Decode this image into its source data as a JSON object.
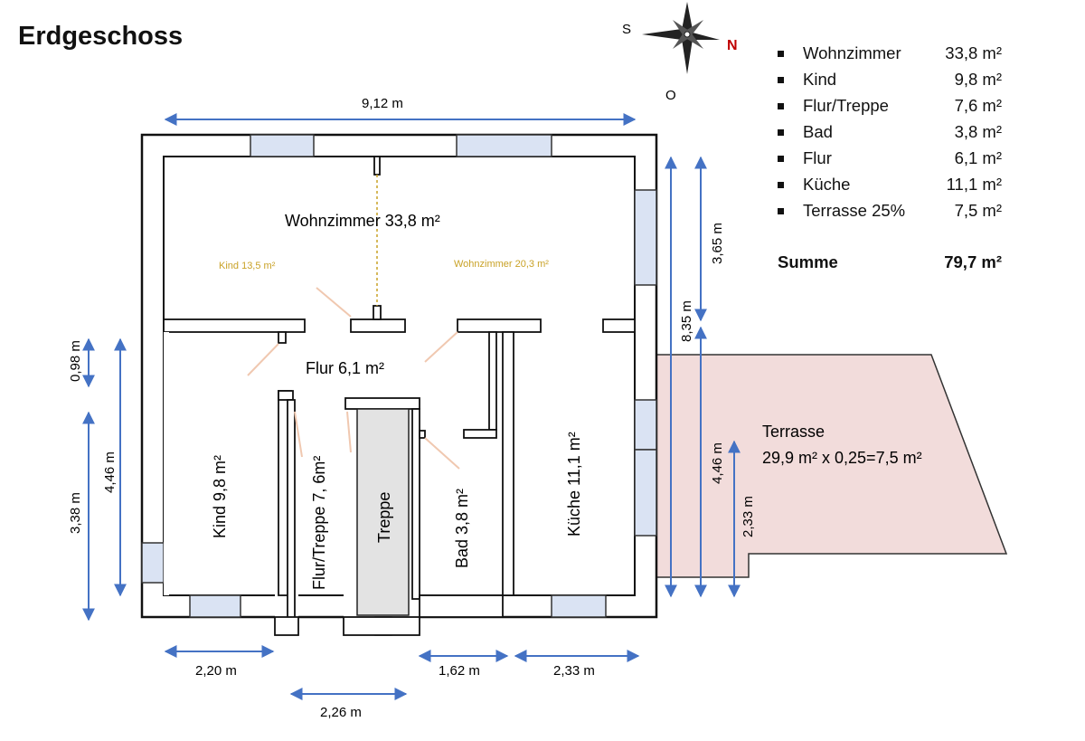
{
  "title": "Erdgeschoss",
  "compass": {
    "south": "S",
    "north": "N",
    "east": "O"
  },
  "legend": [
    {
      "name": "Wohnzimmer",
      "value": "33,8 m²"
    },
    {
      "name": "Kind",
      "value": "9,8 m²"
    },
    {
      "name": "Flur/Treppe",
      "value": "7,6 m²"
    },
    {
      "name": "Bad",
      "value": "3,8 m²"
    },
    {
      "name": "Flur",
      "value": "6,1 m²"
    },
    {
      "name": "Küche",
      "value": "11,1 m²"
    },
    {
      "name": "Terrasse 25%",
      "value": "7,5 m²"
    }
  ],
  "sum": {
    "label": "Summe",
    "value": "79,7 m²"
  },
  "rooms": {
    "wohnzimmer": "Wohnzimmer 33,8 m²",
    "kind_sub": "Kind 13,5 m²",
    "wohnzimmer_sub": "Wohnzimmer 20,3 m²",
    "flur": "Flur 6,1 m²",
    "kind": "Kind  9,8 m²",
    "flur_treppe": "Flur/Treppe 7, 6m²",
    "treppe": "Treppe",
    "bad": "Bad 3,8 m²",
    "kueche": "Küche 11,1 m²",
    "terrasse_name": "Terrasse",
    "terrasse_calc": "29,9 m² x 0,25=7,5 m²"
  },
  "dimensions": {
    "top_width": "9,12 m",
    "right_total": "8,35 m",
    "right_upper": "3,65 m",
    "right_lower": "4,46 m",
    "terrace_depth": "2,33 m",
    "left_098": "0,98 m",
    "left_338": "3,38 m",
    "left_446": "4,46 m",
    "bottom_220": "2,20 m",
    "bottom_162": "1,62 m",
    "bottom_233": "2,33 m",
    "bottom_226": "2,26 m"
  },
  "colors": {
    "wall": "#111111",
    "window": "#dae3f3",
    "arrow": "#4472c4",
    "terrace": "#f2dcdb",
    "subdivision_text": "#c9a227",
    "compass_north": "#c00000"
  }
}
